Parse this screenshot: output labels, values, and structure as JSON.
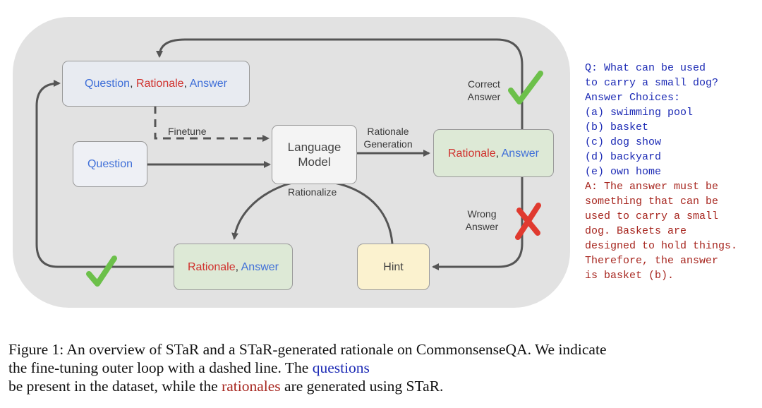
{
  "diagram": {
    "top_box": {
      "question": "Question",
      "rationale": "Rationale",
      "answer": "Answer"
    },
    "question_box": "Question",
    "language_model": {
      "line1": "Language",
      "line2": "Model"
    },
    "result_box": {
      "rationale": "Rationale",
      "answer": "Answer"
    },
    "rationalized_box": {
      "rationale": "Rationale",
      "answer": "Answer"
    },
    "hint_box": "Hint",
    "labels": {
      "finetune": "Finetune",
      "rationale_generation_1": "Rationale",
      "rationale_generation_2": "Generation",
      "rationalize": "Rationalize",
      "correct_1": "Correct",
      "correct_2": "Answer",
      "wrong_1": "Wrong",
      "wrong_2": "Answer"
    },
    "colors": {
      "question": "#3f6fd8",
      "rationale": "#d0312d",
      "check": "#6cc04a",
      "cross": "#e03a2f"
    }
  },
  "example": {
    "q_lines": [
      "Q: What can be used",
      "to carry a small dog?",
      "Answer Choices:",
      "(a) swimming pool",
      "(b) basket",
      "(c) dog show",
      "(d) backyard",
      "(e) own home"
    ],
    "a_lines": [
      "A: The answer must be",
      "something that can be",
      "used to carry a small",
      "dog. Baskets are",
      "designed to hold things.",
      "Therefore, the answer",
      "is basket (b)."
    ]
  },
  "caption": {
    "line1": "Figure 1: An overview of STaR and a STaR-generated rationale on CommonsenseQA. We indicate",
    "line2_a": "the fine-tuning outer loop with a dashed line. The ",
    "line2_q": "questions",
    "line3_a": "be present in the dataset, while the ",
    "line3_r": "rationales",
    "line3_b": " are generated using STaR."
  }
}
